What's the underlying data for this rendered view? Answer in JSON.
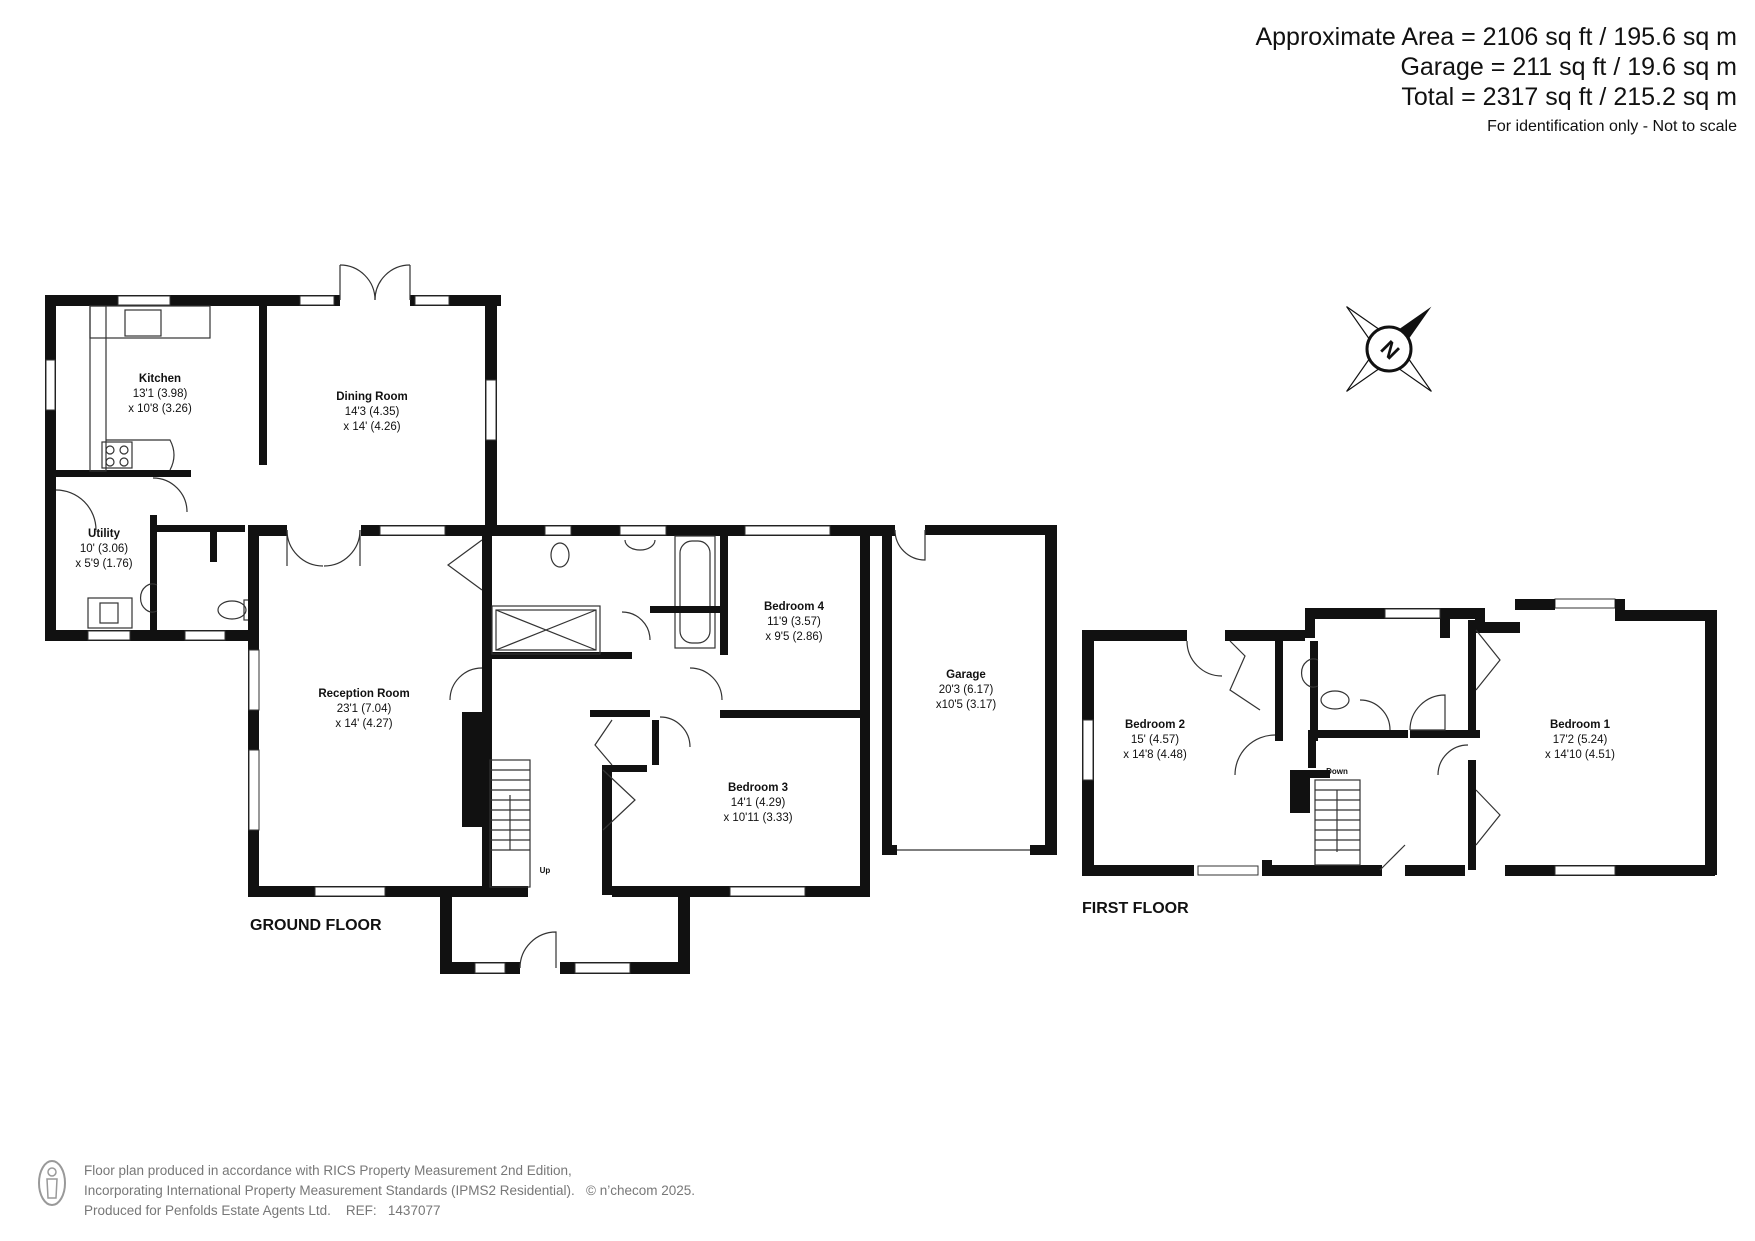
{
  "areas": {
    "approx": "Approximate Area = 2106 sq ft / 195.6 sq m",
    "garage": "Garage = 211 sq ft / 19.6 sq m",
    "total": "Total = 2317 sq ft / 215.2 sq m",
    "note": "For identification only - Not to scale"
  },
  "ground_floor": {
    "label": "GROUND FLOOR",
    "kitchen": {
      "name": "Kitchen",
      "dim1": "13'1 (3.98)",
      "dim2": "x 10'8 (3.26)"
    },
    "dining": {
      "name": "Dining Room",
      "dim1": "14'3 (4.35)",
      "dim2": "x 14' (4.26)"
    },
    "utility": {
      "name": "Utility",
      "dim1": "10' (3.06)",
      "dim2": "x 5'9 (1.76)"
    },
    "reception": {
      "name": "Reception Room",
      "dim1": "23'1 (7.04)",
      "dim2": "x 14' (4.27)"
    },
    "bedroom4": {
      "name": "Bedroom 4",
      "dim1": "11'9 (3.57)",
      "dim2": "x 9'5 (2.86)"
    },
    "bedroom3": {
      "name": "Bedroom 3",
      "dim1": "14'1 (4.29)",
      "dim2": "x 10'11 (3.33)"
    },
    "garage": {
      "name": "Garage",
      "dim1": "20'3 (6.17)",
      "dim2": "x10'5 (3.17)"
    },
    "stairs_label": "Up"
  },
  "first_floor": {
    "label": "FIRST FLOOR",
    "bedroom2": {
      "name": "Bedroom 2",
      "dim1": "15' (4.57)",
      "dim2": "x 14'8 (4.48)"
    },
    "bedroom1": {
      "name": "Bedroom 1",
      "dim1": "17'2 (5.24)",
      "dim2": "x 14'10 (4.51)"
    },
    "stairs_label": "Down"
  },
  "compass": {
    "letter": "N",
    "icon": "compass-rose-icon"
  },
  "footer": {
    "line1": "Floor plan produced in accordance with RICS Property Measurement 2nd Edition,",
    "line2": "Incorporating International Property Measurement Standards (IPMS2 Residential).   © n’checom 2025.",
    "line3": "Produced for Penfolds Estate Agents Ltd.    REF:   1437077",
    "logo_icon": "person-logo-icon"
  },
  "colors": {
    "wall": "#111111",
    "line": "#333333",
    "text": "#111111",
    "footer": "#777777"
  }
}
